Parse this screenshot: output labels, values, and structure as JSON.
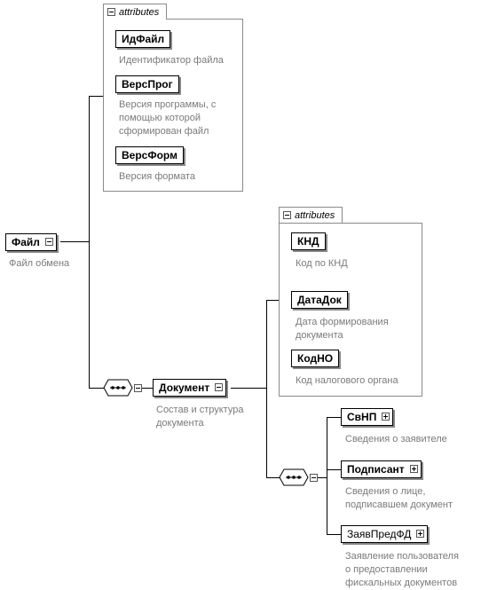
{
  "attributes_label": "attributes",
  "root": {
    "name": "Файл",
    "desc": "Файл обмена",
    "attributes": [
      {
        "name": "ИдФайл",
        "desc": "Идентификатор файла"
      },
      {
        "name": "ВерсПрог",
        "desc": "Версия программы, с\nпомощью которой\nсформирован файл"
      },
      {
        "name": "ВерсФорм",
        "desc": "Версия формата"
      }
    ]
  },
  "document": {
    "name": "Документ",
    "desc": "Состав и структура\nдокумента",
    "attributes": [
      {
        "name": "КНД",
        "desc": "Код по КНД"
      },
      {
        "name": "ДатаДок",
        "desc": "Дата формирования\nдокумента"
      },
      {
        "name": "КодНО",
        "desc": "Код налогового органа"
      }
    ],
    "children": [
      {
        "name": "СвНП",
        "desc": "Сведения о заявителе"
      },
      {
        "name": "Подписант",
        "desc": "Сведения о лице,\nподписавшем документ"
      },
      {
        "name": "ЗаявПредФД",
        "desc": "Заявление пользователя\nо предоставлении\nфискальных документов"
      }
    ]
  }
}
